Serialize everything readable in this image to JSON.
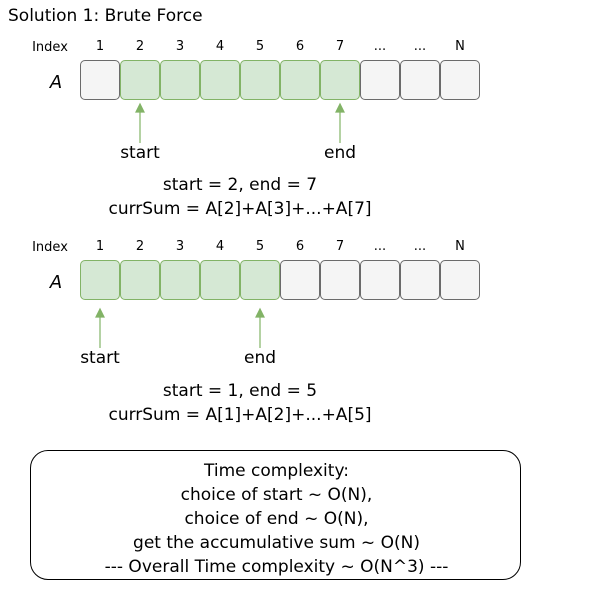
{
  "title": "Solution 1: Brute Force",
  "index_label": "Index",
  "array_name": "A",
  "colors": {
    "highlight_fill": "#d5e8d4",
    "highlight_stroke": "#82b366",
    "cell_fill": "#f5f5f5",
    "cell_stroke": "#6b6b6b"
  },
  "diagrams": [
    {
      "indices": [
        "1",
        "2",
        "3",
        "4",
        "5",
        "6",
        "7",
        "...",
        "...",
        "N"
      ],
      "highlighted": [
        false,
        true,
        true,
        true,
        true,
        true,
        true,
        false,
        false,
        false
      ],
      "start_label": "start",
      "end_label": "end",
      "line1": "start = 2, end = 7",
      "line2": "currSum = A[2]+A[3]+...+A[7]"
    },
    {
      "indices": [
        "1",
        "2",
        "3",
        "4",
        "5",
        "6",
        "7",
        "...",
        "...",
        "N"
      ],
      "highlighted": [
        true,
        true,
        true,
        true,
        true,
        false,
        false,
        false,
        false,
        false
      ],
      "start_label": "start",
      "end_label": "end",
      "line1": "start = 1, end = 5",
      "line2": "currSum = A[1]+A[2]+...+A[5]"
    }
  ],
  "complexity": {
    "lines": [
      "Time complexity:",
      "choice of start ~ O(N),",
      "choice of end ~ O(N),",
      "get the accumulative sum ~ O(N)",
      "--- Overall Time complexity ~ O(N^3) ---"
    ]
  }
}
